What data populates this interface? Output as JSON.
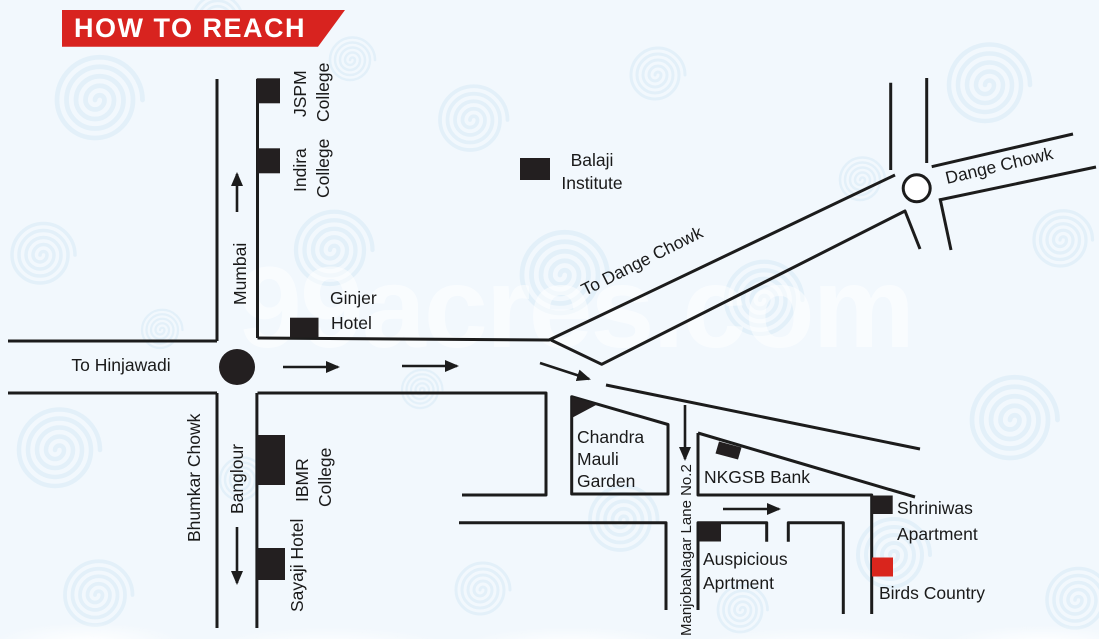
{
  "banner": {
    "title": "HOW TO REACH"
  },
  "watermark": "99acres.com",
  "colors": {
    "banner": "#d8231f",
    "road": "#1c1c1c",
    "building": "#231f20",
    "highlight": "#d9251d",
    "background": "#f2f8fd",
    "pattern": "#d7eaf6"
  },
  "roads": {
    "mumbai": "Mumbai",
    "hinjawadi": "To Hinjawadi",
    "bhumkar": "Bhumkar Chowk",
    "banglour": "Banglour",
    "to_dange": "To Dange Chowk",
    "dange": "Dange Chowk",
    "manjoba": "ManjobaNagar Lane No.2"
  },
  "places": {
    "jspm": {
      "line1": "JSPM",
      "line2": "College"
    },
    "indira": {
      "line1": "Indira",
      "line2": "College"
    },
    "balaji": {
      "line1": "Balaji",
      "line2": "Institute"
    },
    "ginjer": {
      "line1": "Ginjer",
      "line2": "Hotel"
    },
    "ibmr": {
      "line1": "IBMR",
      "line2": "College"
    },
    "sayaji": {
      "label": "Sayaji Hotel"
    },
    "chandra": {
      "line1": "Chandra",
      "line2": "Mauli",
      "line3": "Garden"
    },
    "nkgsb": {
      "label": "NKGSB Bank"
    },
    "auspicious": {
      "line1": "Auspicious",
      "line2": "Aprtment"
    },
    "shriniwas": {
      "line1": "Shriniwas",
      "line2": "Apartment"
    },
    "birds": {
      "label": "Birds Country"
    }
  }
}
